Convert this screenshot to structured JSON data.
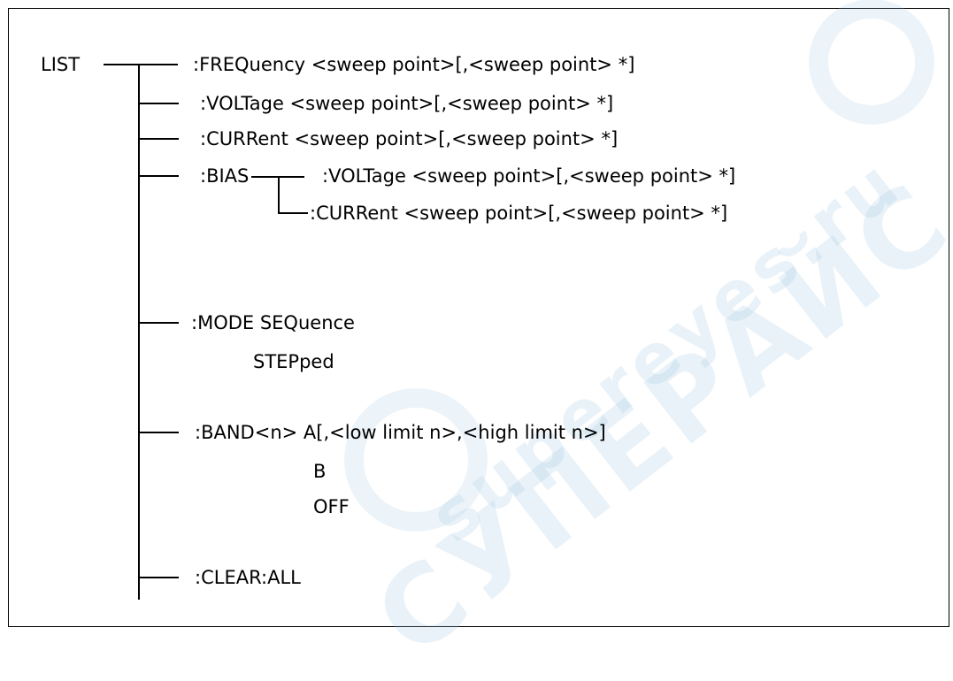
{
  "root": "LIST",
  "commands": {
    "frequency": ":FREQuency <sweep point>[,<sweep point> *]",
    "voltage": ":VOLTage <sweep point>[,<sweep point> *]",
    "current": ":CURRent <sweep point>[,<sweep point> *]",
    "bias": ":BIAS",
    "bias_voltage": ":VOLTage <sweep point>[,<sweep point> *]",
    "bias_current": ":CURRent <sweep point>[,<sweep point> *]",
    "mode": ":MODE SEQuence",
    "mode_alt": "STEPped",
    "band": ":BAND<n> A[,<low limit n>,<high limit n>]",
    "band_b": "B",
    "band_off": "OFF",
    "clear": ":CLEAR:ALL"
  },
  "watermark": {
    "text_top": "supereyes.ru",
    "text_bottom": "СУПЕРАЙС",
    "color": "#9fc8e2"
  }
}
